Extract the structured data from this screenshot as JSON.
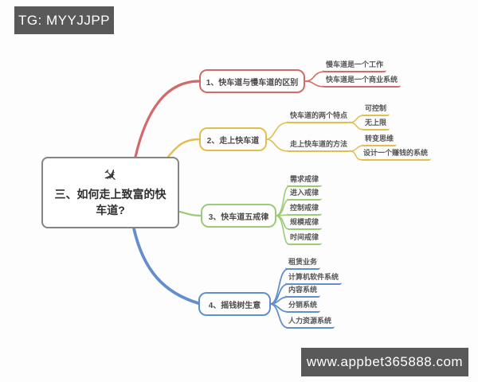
{
  "watermarks": {
    "top_left": "TG: MYYJJPP",
    "bottom_right": "www.appbet365888.com",
    "bg_color": "#59595a",
    "text_color": "#ffffff"
  },
  "root": {
    "icon_glyph": "✈",
    "title": "三、如何走上致富的快车道?",
    "border_color": "#848484"
  },
  "branches": [
    {
      "label": "1、快车道与慢车道的区别",
      "color": "#d4696a",
      "leaves": [
        "慢车道是一个工作",
        "快车道是一个商业系统"
      ]
    },
    {
      "label": "2、走上快车道",
      "color": "#e2be50",
      "groups": [
        {
          "label": "快车道的两个特点",
          "leaves": [
            "可控制",
            "无上限"
          ]
        },
        {
          "label": "走上快车道的方法",
          "leaves": [
            "转变思维",
            "设计一个赚钱的系统"
          ]
        }
      ]
    },
    {
      "label": "3、快车道五戒律",
      "color": "#9bcb74",
      "leaves": [
        "需求戒律",
        "进入戒律",
        "控制戒律",
        "规模戒律",
        "时间戒律"
      ]
    },
    {
      "label": "4、摇钱树生意",
      "color": "#628fcc",
      "leaves": [
        "租赁业务",
        "计算机软件系统",
        "内容系统",
        "分销系统",
        "人力资源系统"
      ]
    }
  ]
}
